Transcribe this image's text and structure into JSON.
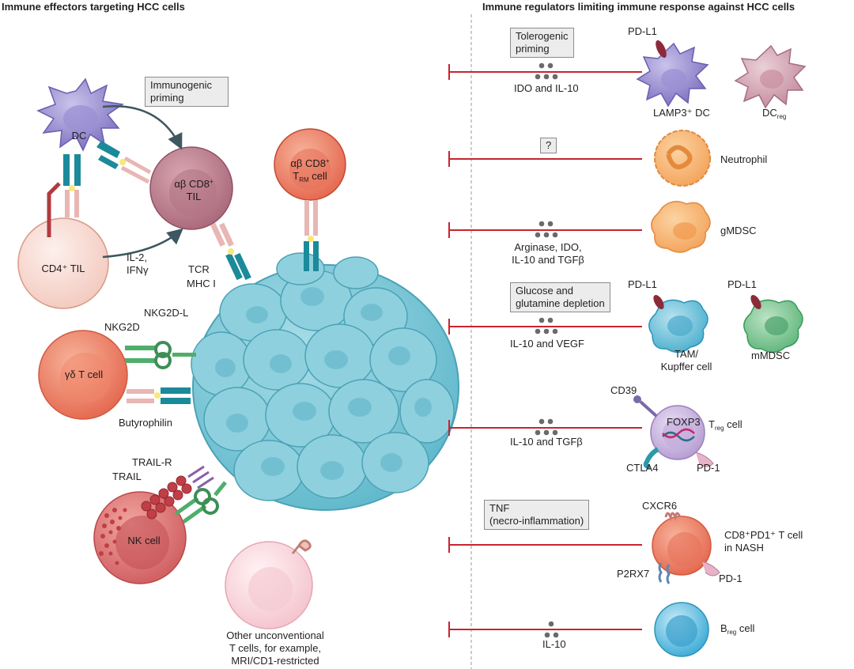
{
  "headings": {
    "left": "Immune effectors targeting HCC cells",
    "right": "Immune regulators limiting immune response against HCC cells"
  },
  "left": {
    "immunogenic_priming": "Immunogenic priming",
    "dc": "DC",
    "cd8_til": {
      "line1": "αβ CD8",
      "sup": "+",
      "line2": "TIL"
    },
    "cd8_trm": {
      "line1": "αβ CD8",
      "sup": "+",
      "line2_sub": "RM",
      "line2_pre": "T",
      "line2_post": " cell"
    },
    "cd4_til": "CD4⁺ TIL",
    "il2_ifng": "IL-2,\nIFNγ",
    "tcr": "TCR",
    "mhc_i": "MHC I",
    "nkg2d_l": "NKG2D-L",
    "nkg2d": "NKG2D",
    "gd_t_cell": "γδ T cell",
    "butyrophilin": "Butyrophilin",
    "trail_r": "TRAIL-R",
    "trail": "TRAIL",
    "nk_cell": "NK cell",
    "other_t_cells": "Other unconventional\nT cells, for example,\nMRI/CD1-restricted"
  },
  "right": {
    "tolerogenic_priming": "Tolerogenic\npriming",
    "ido_il10": "IDO and IL-10",
    "pdl1_1": "PD-L1",
    "lamp3_dc": "LAMP3⁺ DC",
    "dc_reg": {
      "main": "DC",
      "sub": "reg"
    },
    "question": "?",
    "neutrophil": "Neutrophil",
    "arginase": "Arginase, IDO,\nIL-10 and TGFβ",
    "gmdsc": "gMDSC",
    "glucose": "Glucose and\nglutamine depletion",
    "il10_vegf": "IL-10 and VEGF",
    "pdl1_2": "PD-L1",
    "pdl1_3": "PD-L1",
    "tam": "TAM/\nKupffer cell",
    "mmdsc": "mMDSC",
    "cd39": "CD39",
    "foxp3": "FOXP3",
    "treg": {
      "main": "T",
      "sub": "reg",
      "post": " cell"
    },
    "il10_tgfb": "IL-10 and TGFβ",
    "ctla4": "CTLA4",
    "pd1_1": "PD-1",
    "tnf": "TNF\n(necro-inflammation)",
    "cxcr6": "CXCR6",
    "cd8pd1": "CD8⁺PD1⁺ T cell\nin NASH",
    "p2rx7": "P2RX7",
    "pd1_2": "PD-1",
    "breg": {
      "main": "B",
      "sub": "reg",
      "post": " cell"
    },
    "il10": "IL-10"
  },
  "colors": {
    "inhibit_line": "#c8242f",
    "tumour": "#7fcad9",
    "receptor_teal": "#1b8a9a",
    "receptor_pink": "#e8b7b3"
  }
}
